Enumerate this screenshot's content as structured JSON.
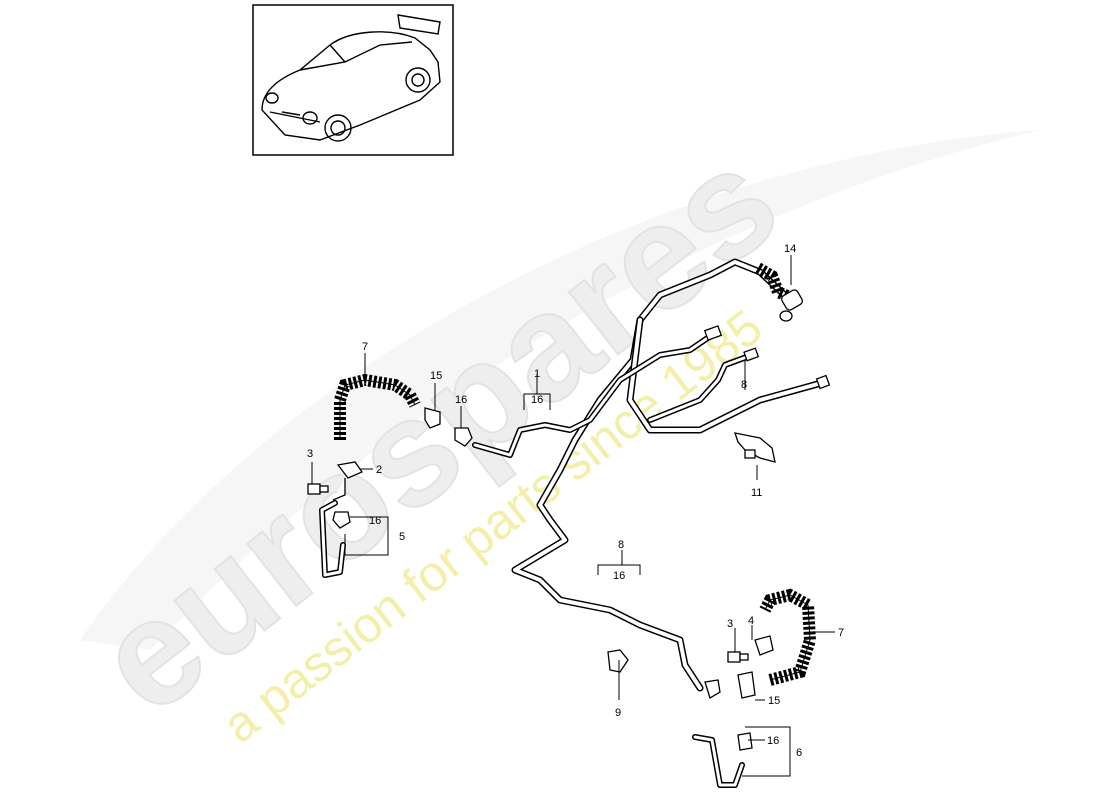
{
  "watermark": {
    "brand": "eurospares",
    "tagline": "a passion for parts since 1985"
  },
  "callouts": {
    "c1": "1",
    "c1_sub": "16",
    "c2": "2",
    "c3a": "3",
    "c3b": "3",
    "c4": "4",
    "c5": "5",
    "c6": "6",
    "c7a": "7",
    "c7b": "7",
    "c8a": "8",
    "c8b": "8",
    "c8b_sub": "16",
    "c9": "9",
    "c11": "11",
    "c14": "14",
    "c15a": "15",
    "c15b": "15",
    "c16a": "16",
    "c16b": "16",
    "c16c": "16"
  },
  "colors": {
    "line": "#000000",
    "pipe_fill": "#ffffff",
    "watermark_text": "#eeeeee",
    "watermark_tagline": "#f3efaa"
  }
}
